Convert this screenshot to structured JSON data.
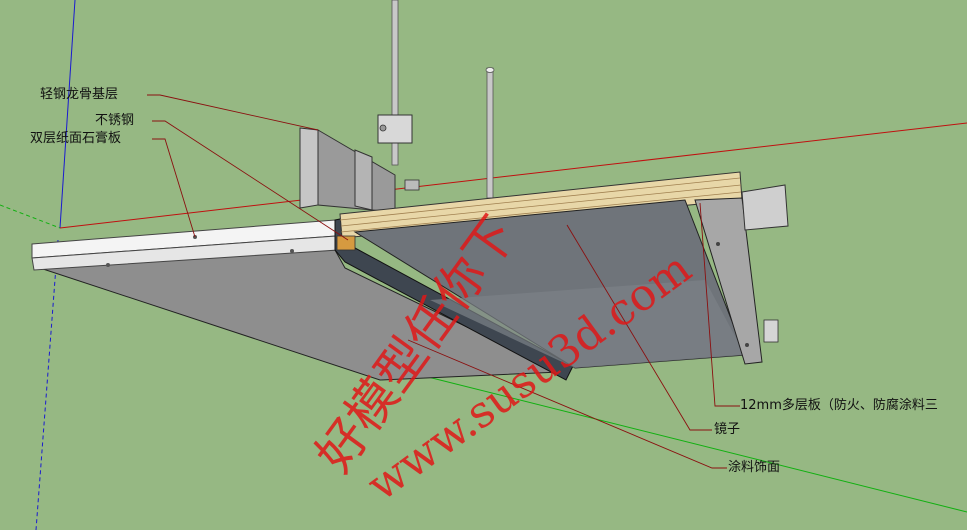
{
  "labels": {
    "light_steel_keel": "轻钢龙骨基层",
    "stainless_steel": "不锈钢",
    "double_gypsum_board": "双层纸面石膏板",
    "plywood_12mm": "12mm多层板（防火、防腐涂料三",
    "mirror": "镜子",
    "paint_finish": "涂料饰面"
  },
  "watermark": {
    "cn_text": "好模型任你下",
    "url_text": "www.susu3d.com"
  },
  "colors": {
    "background": "#96b883",
    "leader_line": "#8a1010",
    "watermark": "#e01818",
    "axis_red": "#c01010",
    "axis_blue": "#1a1ad0",
    "axis_green": "#10b010"
  }
}
